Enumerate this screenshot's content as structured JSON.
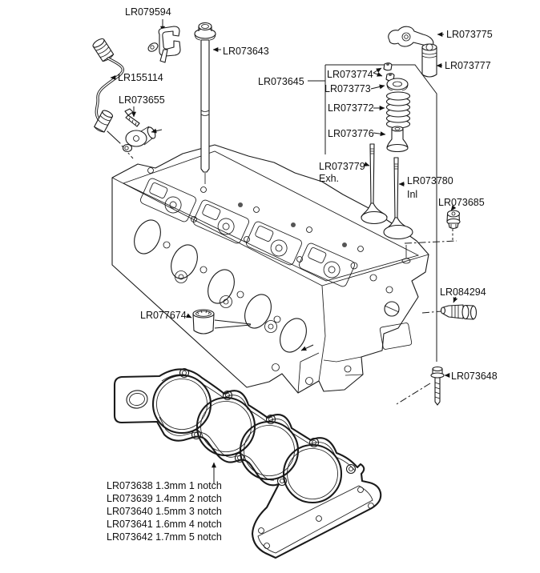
{
  "colors": {
    "line": "#1a1a1a",
    "text": "#111111",
    "background": "#ffffff"
  },
  "parts": {
    "clip": "LR079594",
    "harness": "LR155114",
    "cam_sensor": "LR073655",
    "head_bolt": "LR073643",
    "rocker_arm": "LR073775",
    "tappet": "LR073777",
    "valve_kit": "LR073645",
    "collets": "LR073774",
    "spring_retainer": "LR073773",
    "valve_spring": "LR073772",
    "stem_seal": "LR073776",
    "exhaust_valve": "LR073779",
    "exhaust_valve_note": "Exh.",
    "inlet_valve": "LR073780",
    "inlet_valve_note": "Inl",
    "blanking_plug": "LR073685",
    "position_sensor": "LR084294",
    "cup_plug": "LR077674",
    "bolt": "LR073648"
  },
  "gasket_options": [
    "LR073638 1.3mm 1 notch",
    "LR073639 1.4mm 2 notch",
    "LR073640 1.5mm 3 notch",
    "LR073641 1.6mm 4 notch",
    "LR073642 1.7mm 5 notch"
  ]
}
